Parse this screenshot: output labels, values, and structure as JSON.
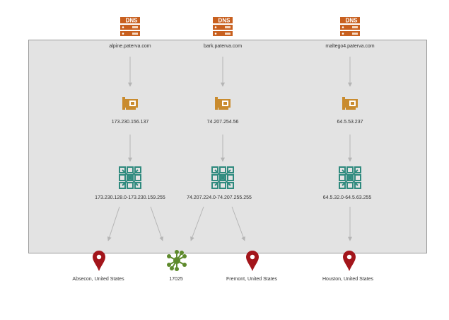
{
  "graph": {
    "dns": [
      {
        "label": "alpine.paterva.com",
        "badge": "DNS"
      },
      {
        "label": "bark.paterva.com",
        "badge": "DNS"
      },
      {
        "label": "maltego4.paterva.com",
        "badge": "DNS"
      }
    ],
    "ips": [
      {
        "label": "173.230.156.137"
      },
      {
        "label": "74.207.254.56"
      },
      {
        "label": "64.5.53.237"
      }
    ],
    "netblocks": [
      {
        "label": "173.230.128.0-173.230.159.255"
      },
      {
        "label": "74.207.224.0-74.207.255.255"
      },
      {
        "label": "64.5.32.0-64.5.63.255"
      }
    ],
    "locations": [
      {
        "label": "Absecon, United States"
      },
      {
        "label": "Fremont, United States"
      },
      {
        "label": "Houston, United States"
      }
    ],
    "as": {
      "label": "17025"
    }
  },
  "colors": {
    "dns": "#c8601f",
    "ip": "#c98b2e",
    "netblock": "#2f8a7e",
    "location": "#a3151b",
    "as": "#5e8a2c",
    "edge": "#b5b5b5",
    "panel": "#e3e3e3"
  },
  "icons": {
    "dns": "dns-server-icon",
    "ip": "network-card-icon",
    "netblock": "netblock-grid-icon",
    "location": "map-pin-icon",
    "as": "as-hub-icon"
  }
}
